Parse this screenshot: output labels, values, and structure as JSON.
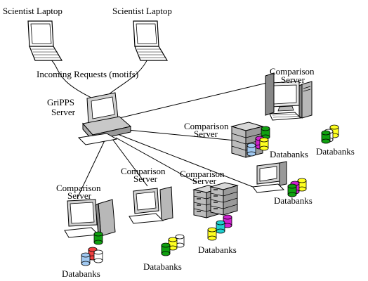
{
  "nodes": {
    "laptop_left": {
      "label": "Scientist Laptop"
    },
    "laptop_right": {
      "label": "Scientist Laptop"
    },
    "gripps": {
      "label_line1": "GriPPS",
      "label_line2": "Server"
    },
    "server_top_right": {
      "label_line1": "Comparison",
      "label_line2": "Server",
      "db_label": "Databanks"
    },
    "server_mid_right": {
      "label_line1": "Comparison",
      "label_line2": "Server",
      "db_label": "Databanks"
    },
    "server_small_right": {
      "db_label": "Databanks"
    },
    "server_bottom_left": {
      "label_line1": "Comparison",
      "label_line2": "Server",
      "db_label": "Databanks"
    },
    "server_bottom_mid": {
      "label_line1": "Comparison",
      "label_line2": "Server",
      "db_label": "Databanks"
    },
    "server_bottom_rack": {
      "label_line1": "Comparison",
      "label_line2": "Server",
      "db_label": "Databanks"
    }
  },
  "edges": {
    "incoming": {
      "label": "Incoming Requests (motifs)"
    }
  },
  "colors": {
    "green": "#10a010",
    "yellow": "#ffff20",
    "magenta": "#d020d0",
    "cyan": "#20d0d0",
    "red": "#f04040",
    "lightblue": "#a0c8f0",
    "grey": "#c8c8c8"
  }
}
